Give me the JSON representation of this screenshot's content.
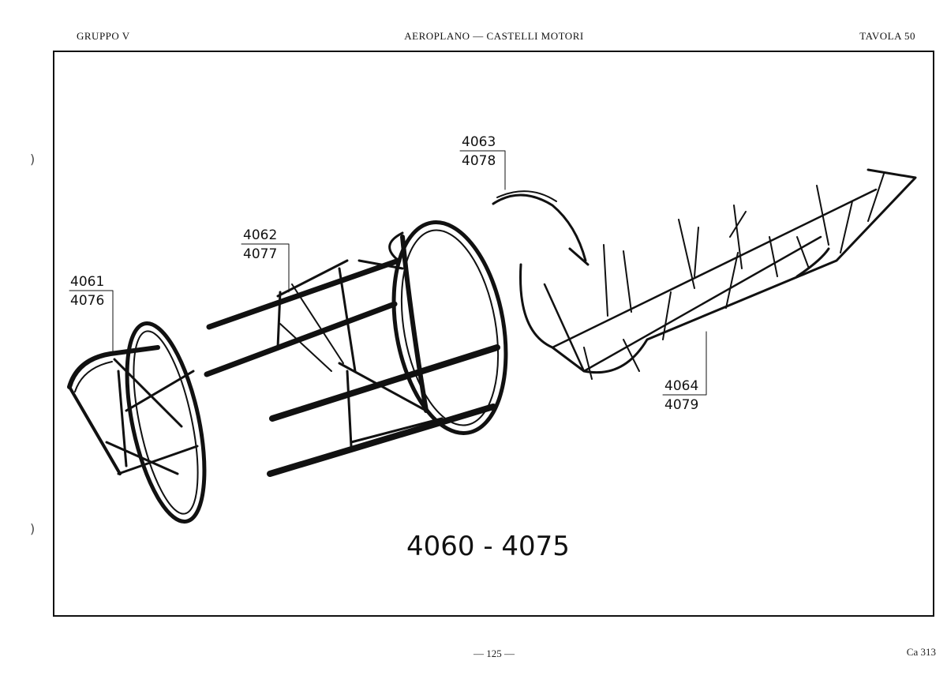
{
  "header": {
    "left": "GRUPPO V",
    "center": "AEROPLANO — CASTELLI MOTORI",
    "right": "TAVOLA 50"
  },
  "callouts": [
    {
      "top": "4061",
      "bottom": "4076"
    },
    {
      "top": "4062",
      "bottom": "4077"
    },
    {
      "top": "4063",
      "bottom": "4078"
    },
    {
      "top": "4064",
      "bottom": "4079"
    }
  ],
  "main_label": "4060 - 4075",
  "footer": {
    "page": "— 125 —",
    "code": "Ca 313"
  },
  "margin_marks": [
    ")",
    ")"
  ]
}
